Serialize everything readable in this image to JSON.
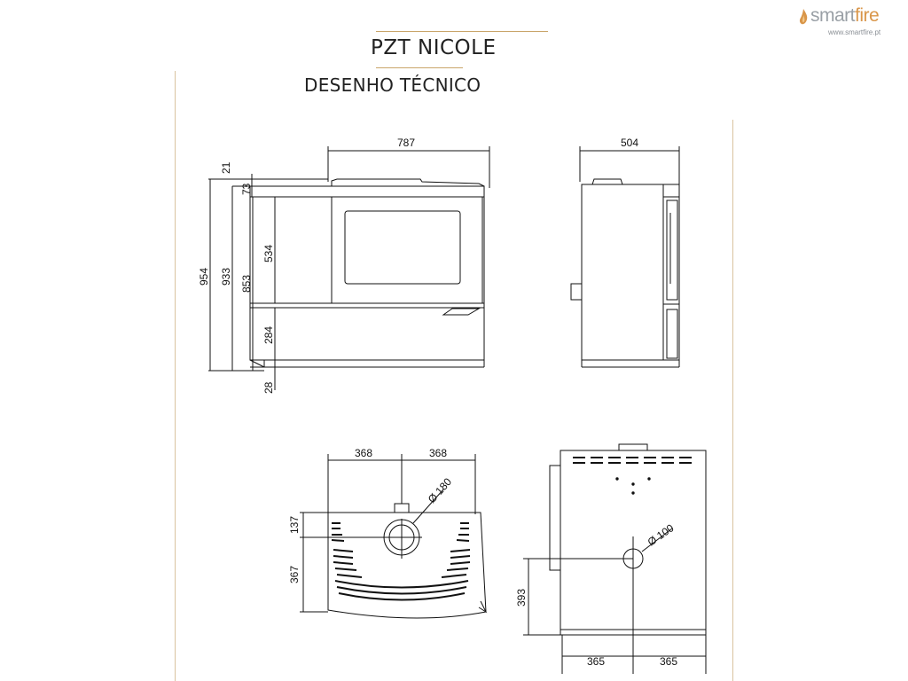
{
  "brand": {
    "name_part1": "smart",
    "name_part2": "fire",
    "url": "www.smartfire.pt",
    "accent_color": "#d9964a"
  },
  "header": {
    "title": "PZT NICOLE",
    "subtitle": "DESENHO TÉCNICO"
  },
  "dimensions": {
    "front_width": "787",
    "side_depth": "504",
    "height_total": "954",
    "height_933": "933",
    "height_853": "853",
    "top_21": "21",
    "top_73": "73",
    "glass_534": "534",
    "lower_284": "284",
    "feet_28": "28",
    "rear_left_368": "368",
    "rear_right_368": "368",
    "flue_180": "Ø 180",
    "flue_offset_137": "137",
    "flue_height_367": "367",
    "side_outlet_100": "Ø 100",
    "side_outlet_height_393": "393",
    "bottom_left_365": "365",
    "bottom_right_365": "365"
  }
}
